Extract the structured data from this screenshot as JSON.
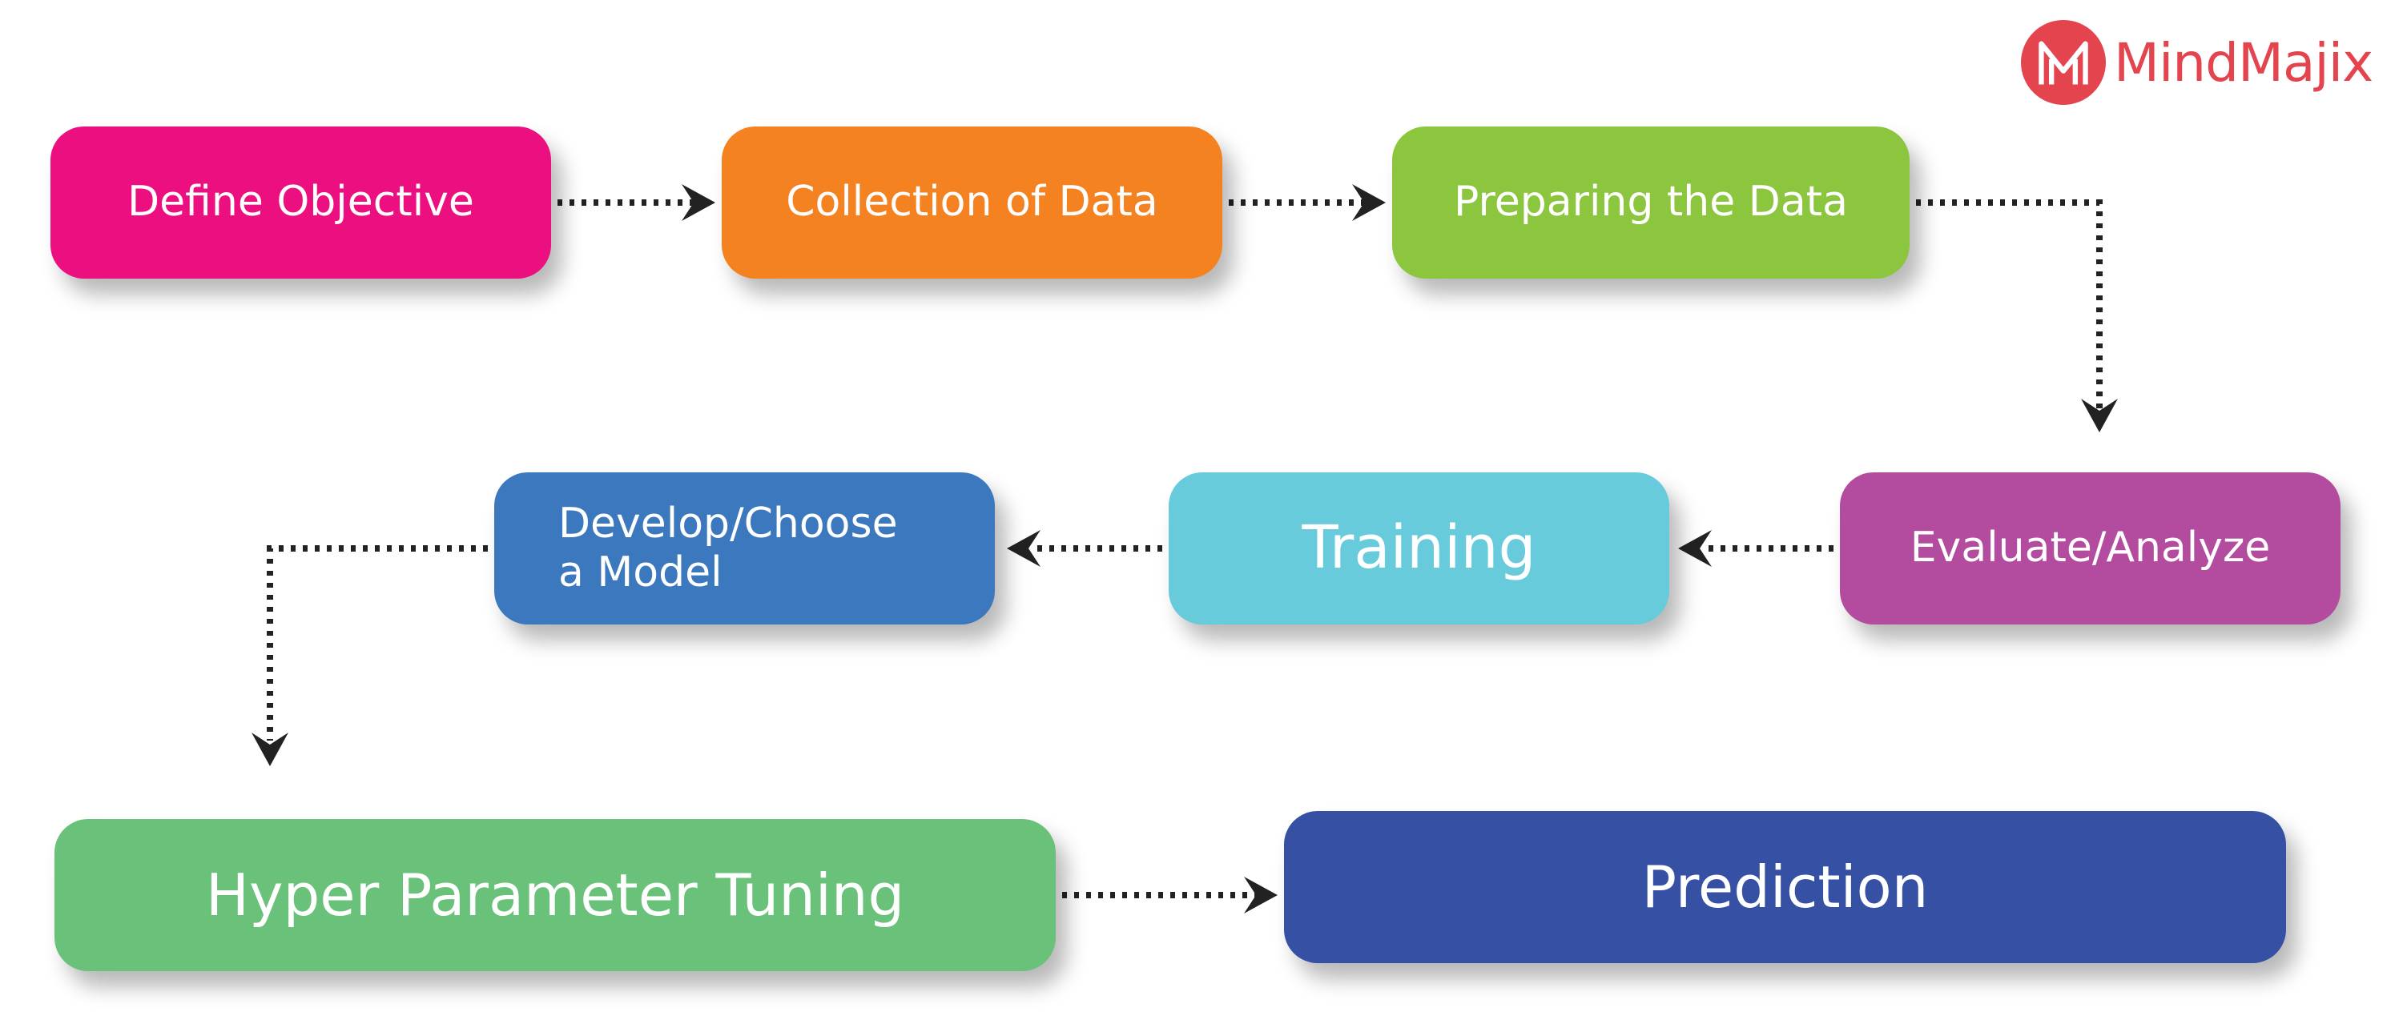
{
  "brand": {
    "name": "MindMajix",
    "color": "#e3444e",
    "icon": "mindmajix-logo-icon"
  },
  "steps": [
    {
      "label": "Define Objective",
      "color": "#ec0f80"
    },
    {
      "label": "Collection of Data",
      "color": "#f58220"
    },
    {
      "label": "Preparing the Data",
      "color": "#8cc63e"
    },
    {
      "label": "Evaluate/Analyze",
      "color": "#b34c9e"
    },
    {
      "label": "Training",
      "color": "#67cbdc"
    },
    {
      "label": "Develop/Choose a Model",
      "color": "#3b78bd"
    },
    {
      "label": "Hyper Parameter Tuning",
      "color": "#6ac17a"
    },
    {
      "label": "Prediction",
      "color": "#3651a3"
    }
  ],
  "connections": [
    {
      "from": "Define Objective",
      "to": "Collection of Data"
    },
    {
      "from": "Collection of Data",
      "to": "Preparing the Data"
    },
    {
      "from": "Preparing the Data",
      "to": "Evaluate/Analyze"
    },
    {
      "from": "Evaluate/Analyze",
      "to": "Training"
    },
    {
      "from": "Training",
      "to": "Develop/Choose a Model"
    },
    {
      "from": "Develop/Choose a Model",
      "to": "Hyper Parameter Tuning"
    },
    {
      "from": "Hyper Parameter Tuning",
      "to": "Prediction"
    }
  ]
}
